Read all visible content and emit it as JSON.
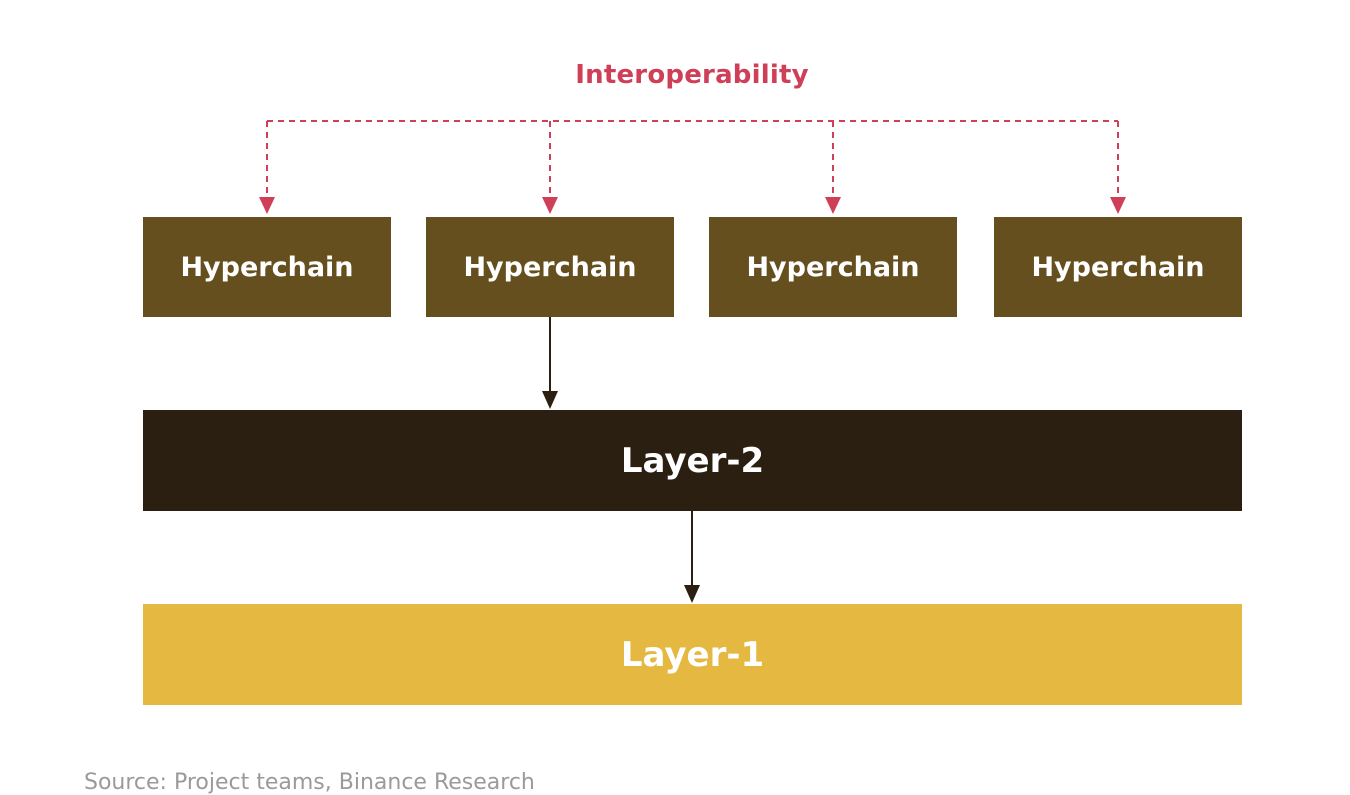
{
  "diagram": {
    "title": "Interoperability",
    "hyperchains": [
      {
        "label": "Hyperchain"
      },
      {
        "label": "Hyperchain"
      },
      {
        "label": "Hyperchain"
      },
      {
        "label": "Hyperchain"
      }
    ],
    "layer2": {
      "label": "Layer-2"
    },
    "layer1": {
      "label": "Layer-1"
    },
    "source": "Source: Project teams, Binance Research"
  },
  "colors": {
    "interop_accent": "#cf3f57",
    "hyperchain_fill": "#654f1e",
    "layer2_fill": "#2a1f10",
    "layer1_fill": "#e5b941",
    "arrow_dark": "#2a1f10",
    "source_text": "#9a9a9a"
  }
}
